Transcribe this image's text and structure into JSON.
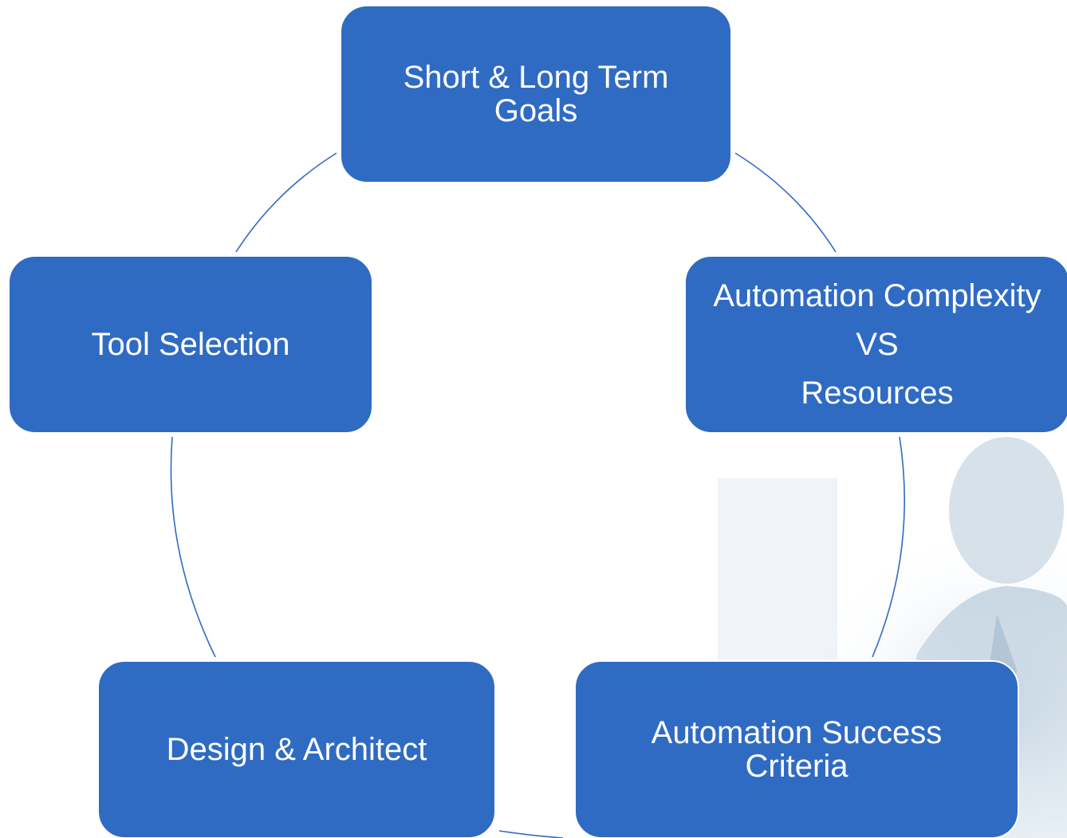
{
  "diagram": {
    "type": "cycle",
    "colors": {
      "node_fill": "#2f6bc3",
      "node_text": "#ffffff",
      "connector": "#2f6bc3"
    },
    "nodes": [
      {
        "id": "goals",
        "lines": [
          "Short & Long Term",
          "Goals"
        ]
      },
      {
        "id": "complexity",
        "lines": [
          "Automation Complexity",
          "VS",
          "Resources"
        ]
      },
      {
        "id": "success",
        "lines": [
          "Automation Success",
          "Criteria"
        ]
      },
      {
        "id": "design",
        "lines": [
          "Design & Architect"
        ]
      },
      {
        "id": "tool",
        "lines": [
          "Tool Selection"
        ]
      }
    ]
  }
}
